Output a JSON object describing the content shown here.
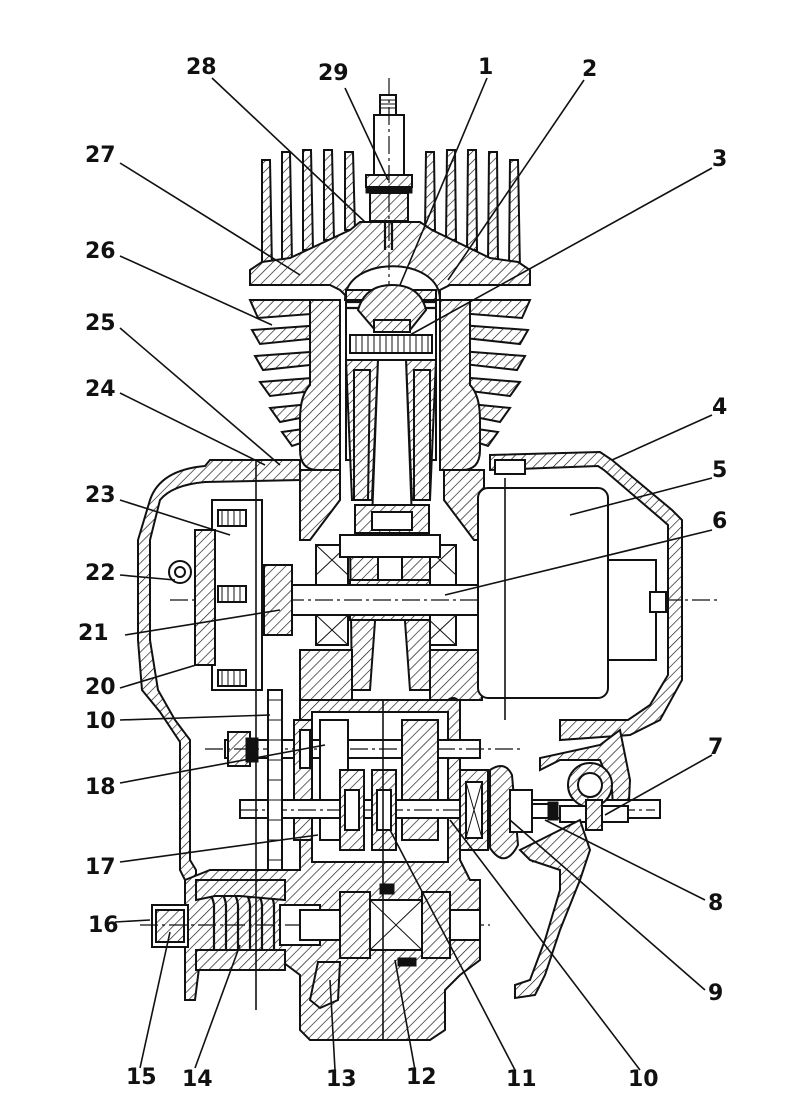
{
  "labels": [
    "1",
    "2",
    "3",
    "4",
    "5",
    "6",
    "7",
    "8",
    "9",
    "10",
    "10",
    "11",
    "12",
    "13",
    "14",
    "15",
    "16",
    "17",
    "18",
    "20",
    "21",
    "22",
    "23",
    "24",
    "25",
    "26",
    "27",
    "28",
    "29"
  ]
}
